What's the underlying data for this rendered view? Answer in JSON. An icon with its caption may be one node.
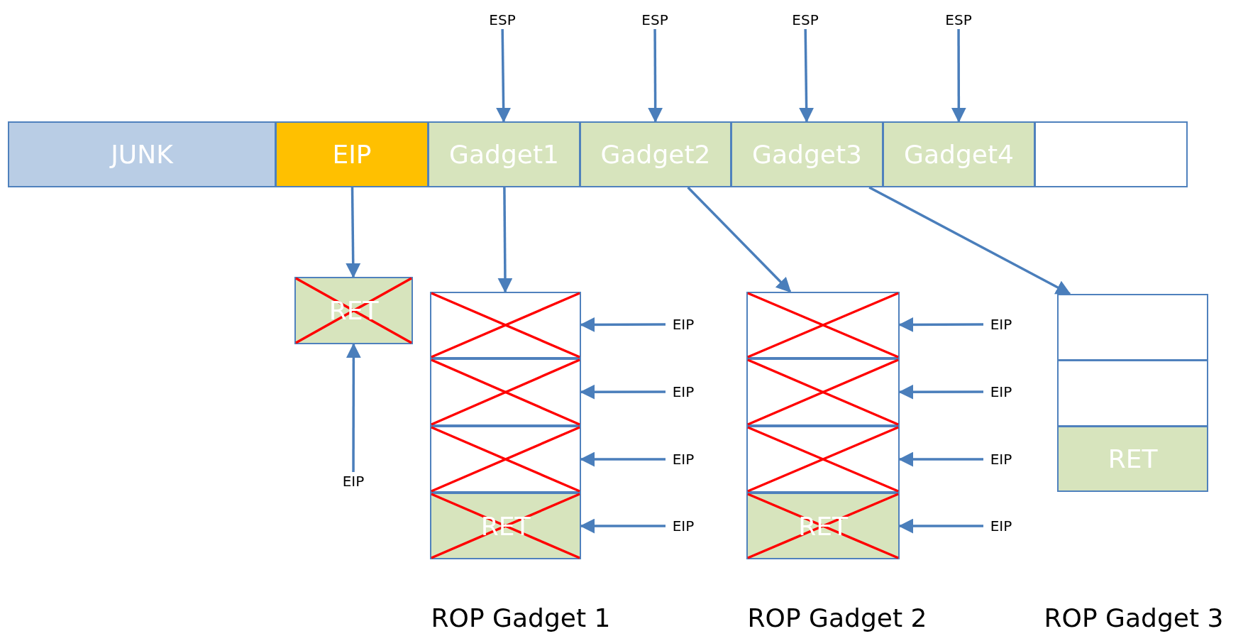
{
  "diagram": {
    "nodes": [
      {
        "text": [
          "ESP"
        ]
      },
      {
        "text": [
          "ESP"
        ]
      },
      {
        "text": [
          "ESP"
        ]
      },
      {
        "text": [
          "ESP"
        ]
      },
      {
        "text": [
          "JUNK"
        ]
      },
      {
        "text": [
          "EIP"
        ]
      },
      {
        "text": [
          "Gadget1"
        ]
      },
      {
        "text": [
          "Gadget2"
        ]
      },
      {
        "text": [
          "Gadget3"
        ]
      },
      {
        "text": [
          "Gadget4"
        ]
      },
      {
        "text": [],
        "shape": "box"
      },
      {
        "text": [
          "RET"
        ]
      },
      {
        "text": [
          "EIP"
        ]
      },
      {
        "text": [],
        "shape": "box"
      },
      {
        "text": [],
        "shape": "box"
      },
      {
        "text": [],
        "shape": "box"
      },
      {
        "text": [
          "RET"
        ]
      },
      {
        "text": [
          "EIP"
        ]
      },
      {
        "text": [
          "EIP"
        ]
      },
      {
        "text": [
          "EIP"
        ]
      },
      {
        "text": [
          "EIP"
        ]
      },
      {
        "text": [],
        "shape": "box"
      },
      {
        "text": [],
        "shape": "box"
      },
      {
        "text": [],
        "shape": "box"
      },
      {
        "text": [
          "RET"
        ]
      },
      {
        "text": [
          "EIP"
        ]
      },
      {
        "text": [
          "EIP"
        ]
      },
      {
        "text": [
          "EIP"
        ]
      },
      {
        "text": [
          "EIP"
        ]
      },
      {
        "text": [],
        "shape": "box"
      },
      {
        "text": [],
        "shape": "box"
      },
      {
        "text": [
          "RET"
        ]
      }
    ],
    "edges": [
      {
        "from": 0,
        "to": 6,
        "arrow": "to"
      },
      {
        "from": 1,
        "to": 7,
        "arrow": "to"
      },
      {
        "from": 2,
        "to": 8,
        "arrow": "to"
      },
      {
        "from": 3,
        "to": 9,
        "arrow": "to"
      },
      {
        "from": 5,
        "to": 11,
        "arrow": "to"
      },
      {
        "from": 12,
        "to": 11,
        "arrow": "to"
      },
      {
        "from": 6,
        "to": 13,
        "arrow": "to"
      },
      {
        "from": 17,
        "to": 13,
        "arrow": "to"
      },
      {
        "from": 18,
        "to": 14,
        "arrow": "to"
      },
      {
        "from": 19,
        "to": 15,
        "arrow": "to"
      },
      {
        "from": 20,
        "to": 16,
        "arrow": "to"
      },
      {
        "from": 7,
        "to": 21,
        "arrow": "to"
      },
      {
        "from": 25,
        "to": 21,
        "arrow": "to"
      },
      {
        "from": 26,
        "to": 22,
        "arrow": "to"
      },
      {
        "from": 27,
        "to": 23,
        "arrow": "to"
      },
      {
        "from": 28,
        "to": 24,
        "arrow": "to"
      },
      {
        "from": 8,
        "to": 29,
        "arrow": "to"
      }
    ],
    "labels": [
      "ROP Gadget 1",
      "ROP Gadget 2",
      "ROP Gadget 3"
    ]
  }
}
